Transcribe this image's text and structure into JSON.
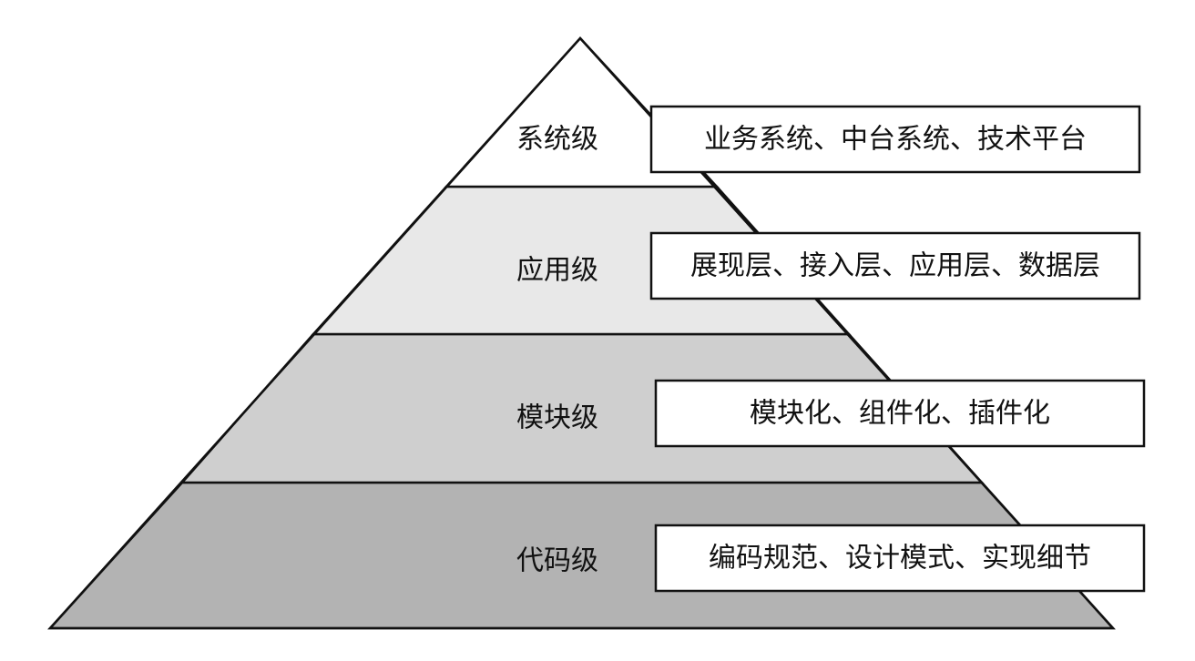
{
  "pyramid": {
    "tiers": [
      {
        "label": "系统级",
        "description": "业务系统、中台系统、技术平台",
        "fill": "#ffffff"
      },
      {
        "label": "应用级",
        "description": "展现层、接入层、应用层、数据层",
        "fill": "#e8e8e8"
      },
      {
        "label": "模块级",
        "description": "模块化、组件化、插件化",
        "fill": "#cfcfcf"
      },
      {
        "label": "代码级",
        "description": "编码规范、设计模式、实现细节",
        "fill": "#b3b3b3"
      }
    ]
  }
}
